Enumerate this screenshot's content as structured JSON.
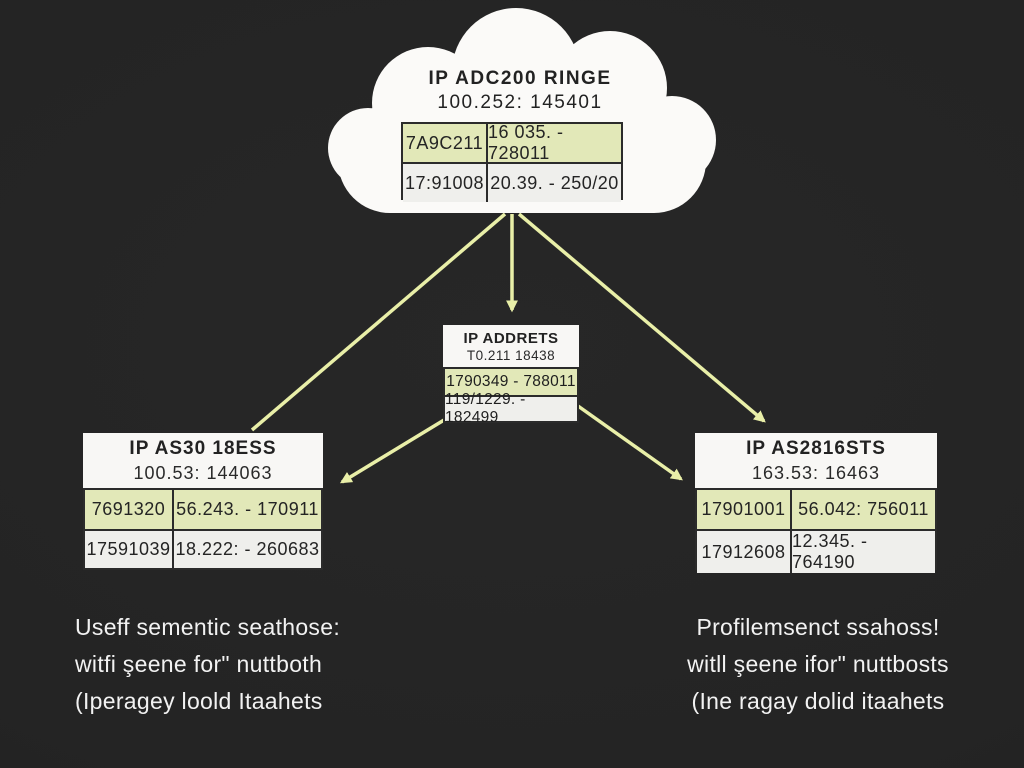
{
  "colors": {
    "background": "#242424",
    "arrow": "#e9efa8",
    "row_highlight": "#e2e8b8",
    "row_plain": "#efefec",
    "box_white": "#f8f7f5",
    "border_dark": "#2b2b2b",
    "caption_text": "#f2f2f2"
  },
  "cloud": {
    "title": "IP ADC200 RINGE",
    "subtitle": "100.252: 145401",
    "table": {
      "rows": [
        [
          "7A9C211",
          "16 035. - 728011"
        ],
        [
          "17:91008",
          "20.39. - 250/20"
        ]
      ]
    }
  },
  "middle_box": {
    "title": "IP ADDRETS",
    "subtitle": "T0.211 18438",
    "rows": [
      "1790349 - 788011",
      "119/1229. - 182499"
    ]
  },
  "left_box": {
    "title": "IP AS30 18ESS",
    "subtitle": "100.53: 144063",
    "table": {
      "rows": [
        [
          "7691320",
          "56.243. - 170911"
        ],
        [
          "17591039",
          "18.222: - 260683"
        ]
      ]
    }
  },
  "right_box": {
    "title": "IP AS2816STS",
    "subtitle": "163.53: 16463",
    "table": {
      "rows": [
        [
          "17901001",
          "56.042:  756011"
        ],
        [
          "17912608",
          "12.345. - 764190"
        ]
      ]
    }
  },
  "captions": {
    "left": [
      "Useff sementic seathose:",
      "witfi şeene for\" nuttboth",
      "(Iperagey loold Itaahets"
    ],
    "right": [
      "Profilemsenct ssahoss!",
      "witll şeene ifor\" nuttbosts",
      "(Ine ragay dolid itaahets"
    ]
  }
}
